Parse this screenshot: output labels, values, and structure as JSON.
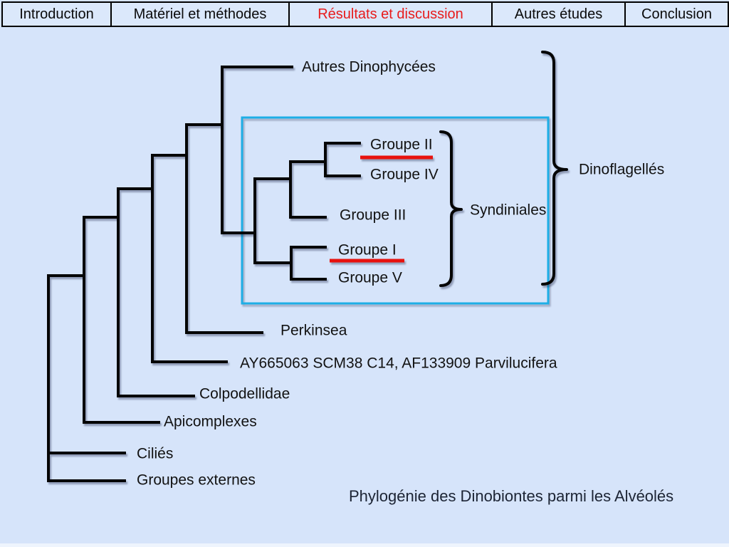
{
  "nav": {
    "tabs": [
      {
        "label": "Introduction",
        "active": false
      },
      {
        "label": "Matériel et méthodes",
        "active": false
      },
      {
        "label": "Résultats et discussion",
        "active": true
      },
      {
        "label": "Autres études",
        "active": false
      },
      {
        "label": "Conclusion",
        "active": false
      }
    ],
    "active_color": "#e81b1b",
    "text_color": "#0a0a0a"
  },
  "tree": {
    "taxa": {
      "autres_dinophycees": "Autres Dinophycées",
      "groupe_ii": "Groupe II",
      "groupe_iv": "Groupe IV",
      "groupe_iii": "Groupe III",
      "groupe_i": "Groupe I",
      "groupe_v": "Groupe V",
      "perkinsea": "Perkinsea",
      "parvilucifera": "AY665063 SCM38 C14, AF133909 Parvilucifera",
      "colpodellidae": "Colpodellidae",
      "apicomplexes": "Apicomplexes",
      "cilies": "Ciliés",
      "groupes_externes": "Groupes externes"
    },
    "clade_labels": {
      "syndiniales": "Syndiniales",
      "dinoflagelles": "Dinoflagellés"
    },
    "underlined_taxa": [
      "Groupe II",
      "Groupe I"
    ],
    "colors": {
      "branch": "#050505",
      "highlight_box": "#1daee6",
      "underline": "#e8120e",
      "background": "#d6e4fa"
    }
  },
  "caption": "Phylogénie des Dinobiontes parmi les Alvéolés"
}
